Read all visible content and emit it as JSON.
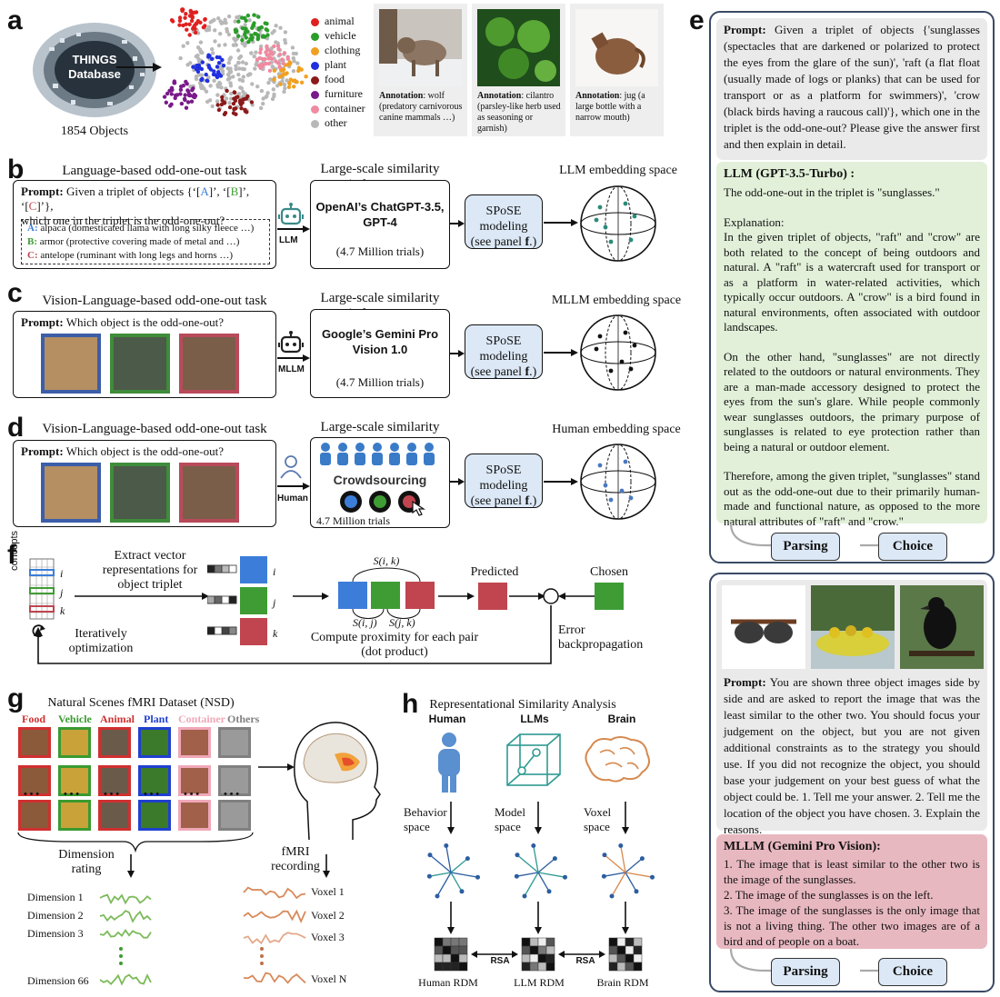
{
  "panels": {
    "a": "a",
    "b": "b",
    "c": "c",
    "d": "d",
    "e": "e",
    "f": "f",
    "g": "g",
    "h": "h"
  },
  "colors": {
    "blue": "#3c7dd9",
    "green": "#3f9c35",
    "red": "#c0454f",
    "spose": "#dce8f6",
    "llm_box": "#e2f0d9",
    "mllm_box": "#e8b8c0",
    "gray": "#ececec"
  },
  "a": {
    "db_line1": "THINGS",
    "db_line2": "Database",
    "objects": "1854 Objects",
    "legend": [
      {
        "label": "animal",
        "color": "#e02020"
      },
      {
        "label": "vehicle",
        "color": "#2a9d2a"
      },
      {
        "label": "clothing",
        "color": "#f0a020"
      },
      {
        "label": "plant",
        "color": "#2030e0"
      },
      {
        "label": "food",
        "color": "#8b1a1a"
      },
      {
        "label": "furniture",
        "color": "#7a1a8a"
      },
      {
        "label": "container",
        "color": "#f08aa0"
      },
      {
        "label": "other",
        "color": "#b8b8b8"
      }
    ],
    "annotations": [
      {
        "key": "Annotation",
        "text": ": wolf (predatory carnivorous canine mammals …)"
      },
      {
        "key": "Annotation",
        "text": ": cilantro (parsley-like herb used as seasoning or garnish)"
      },
      {
        "key": "Annotation",
        "text": ": jug (a large bottle with a narrow mouth)"
      }
    ]
  },
  "b": {
    "task_title": "Language-based odd-one-out task",
    "prompt_key": "Prompt:",
    "prompt_pre": " Given a triplet of objects {‘[",
    "A": "A",
    "B": "B",
    "C": "C",
    "sep1": "]’, ‘[",
    "sep2": "]’, ‘[",
    "prompt_post": "]’},",
    "prompt_line2": "which one in the triplet is the odd-one-out?",
    "options": [
      {
        "key": "A:",
        "text": " alpaca (domesticated llama with long silky fleece …)"
      },
      {
        "key": "B:",
        "text": " armor (protective covering made of metal and …)"
      },
      {
        "key": "C:",
        "text": " antelope (ruminant with long legs and horns …)"
      }
    ],
    "agent": "LLM",
    "judge_title": "Large-scale similarity judgements",
    "model_line1": "OpenAI’s ChatGPT-3.5,",
    "model_line2": "GPT-4",
    "trials": "(4.7 Million trials)",
    "spose_1": "SPoSE",
    "spose_2": "modeling",
    "spose_3": "(see panel ",
    "spose_f": "f",
    "spose_4": ".)",
    "space_title": "LLM embedding space"
  },
  "c": {
    "task_title": "Vision-Language-based odd-one-out task",
    "prompt_key": "Prompt:",
    "prompt_text": " Which object is the odd-one-out?",
    "agent": "MLLM",
    "judge_title": "Large-scale similarity judgements",
    "model_line1": "Google’s Gemini  Pro",
    "model_line2": "Vision 1.0",
    "trials": "(4.7 Million trials)",
    "spose_1": "SPoSE",
    "spose_2": "modeling",
    "spose_3": "(see panel ",
    "spose_f": "f",
    "spose_4": ".)",
    "space_title": "MLLM embedding space"
  },
  "d": {
    "task_title": "Vision-Language-based odd-one-out task",
    "prompt_key": "Prompt:",
    "prompt_text": " Which object is the odd-one-out?",
    "agent": "Human",
    "judge_title": "Large-scale similarity judgements",
    "crowd": "Crowdsourcing",
    "trials": "4.7 Million trials",
    "spose_1": "SPoSE",
    "spose_2": "modeling",
    "spose_3": "(see panel ",
    "spose_f": "f",
    "spose_4": ".)",
    "space_title": "Human embedding space"
  },
  "f": {
    "concepts": "concepts",
    "i": "i",
    "j": "j",
    "k": "k",
    "extract_1": "Extract vector",
    "extract_2": "representations for",
    "extract_3": "object triplet",
    "iter_1": "Iteratively",
    "iter_2": "optimization",
    "sik": "S(i, k)",
    "sij": "S(i, j)",
    "sjk": "S(j, k)",
    "compute_1": "Compute proximity for each pair",
    "compute_2": "(dot product)",
    "predicted": "Predicted",
    "chosen": "Chosen",
    "err_1": "Error",
    "err_2": "backpropagation"
  },
  "g": {
    "title": "Natural Scenes fMRI Dataset (NSD)",
    "categories": [
      {
        "label": "Food",
        "color": "#d03030"
      },
      {
        "label": "Vehicle",
        "color": "#3a9a30"
      },
      {
        "label": "Animal",
        "color": "#d03030"
      },
      {
        "label": "Plant",
        "color": "#2040d0"
      },
      {
        "label": "Container",
        "color": "#f0a8b8"
      },
      {
        "label": "Others",
        "color": "#808080"
      }
    ],
    "dots": "• • •",
    "dim_rating_1": "Dimension",
    "dim_rating_2": "rating",
    "fmri_1": "fMRI",
    "fmri_2": "recording",
    "dims": [
      "Dimension 1",
      "Dimension 2",
      "Dimension 3",
      "Dimension 66"
    ],
    "voxels": [
      "Voxel 1",
      "Voxel 2",
      "Voxel 3",
      "Voxel N"
    ]
  },
  "h": {
    "title": "Representational Similarity Analysis",
    "cols": [
      "Human",
      "LLMs",
      "Brain"
    ],
    "spaces": [
      [
        "Behavior",
        "space"
      ],
      [
        "Model",
        "space"
      ],
      [
        "Voxel",
        "space"
      ]
    ],
    "rdms": [
      "Human RDM",
      "LLM RDM",
      "Brain RDM"
    ],
    "rsa": "RSA"
  },
  "e": {
    "prompt1_key": "Prompt:",
    "prompt1_text": " Given a triplet of objects {'sunglasses (spectacles that are darkened or polarized to protect the eyes from the glare of the sun)', 'raft (a flat float (usually made of logs or planks) that can be used for transport or as a platform for swimmers)', 'crow (black birds having a raucous call)'}, which one in the triplet is the odd-one-out? Please give the answer first and then explain in detail.",
    "llm_title": "LLM (GPT-3.5-Turbo) :",
    "llm_p1": "The odd-one-out in the triplet is \"sunglasses.\"",
    "llm_p2": "Explanation:",
    "llm_p3": "In the given triplet of objects, \"raft\" and \"crow\" are both related to the concept of being outdoors and natural. A \"raft\" is a watercraft used for transport or as a platform in water-related activities, which typically occur outdoors. A \"crow\" is a bird found in natural environments, often associated with outdoor landscapes.",
    "llm_p4": "On the other hand, \"sunglasses\" are not directly related to the outdoors or natural environments. They are a man-made accessory designed to protect the eyes from the sun's glare. While people commonly wear sunglasses outdoors, the primary purpose of sunglasses is related to eye protection rather than being a natural or outdoor element.",
    "llm_p5": "Therefore, among the given triplet, \"sunglasses\" stand out as the odd-one-out due to their primarily human-made and functional nature, as opposed to the more natural attributes of \"raft\" and \"crow.\"",
    "parsing": "Parsing",
    "choice": "Choice",
    "prompt2_key": "Prompt:",
    "prompt2_text": " You are shown three object images side by side and are asked to report the image that was the least similar to the other two. You should focus your judgement on the object, but you are not given additional constraints as to the strategy you should use. If you did not recognize the object, you should base your judgement on your best guess of what the object could be. 1. Tell me your answer. 2. Tell me the location of the object you have chosen. 3. Explain the reasons.",
    "mllm_title": "MLLM (Gemini  Pro Vision):",
    "mllm_items": [
      "1. The image that is least similar to the other two is the image of the sunglasses.",
      "2. The image of the sunglasses is on the left.",
      "3. The image of the sunglasses is the only image that is not a living thing. The other two images are of a bird and of people on a boat."
    ]
  }
}
